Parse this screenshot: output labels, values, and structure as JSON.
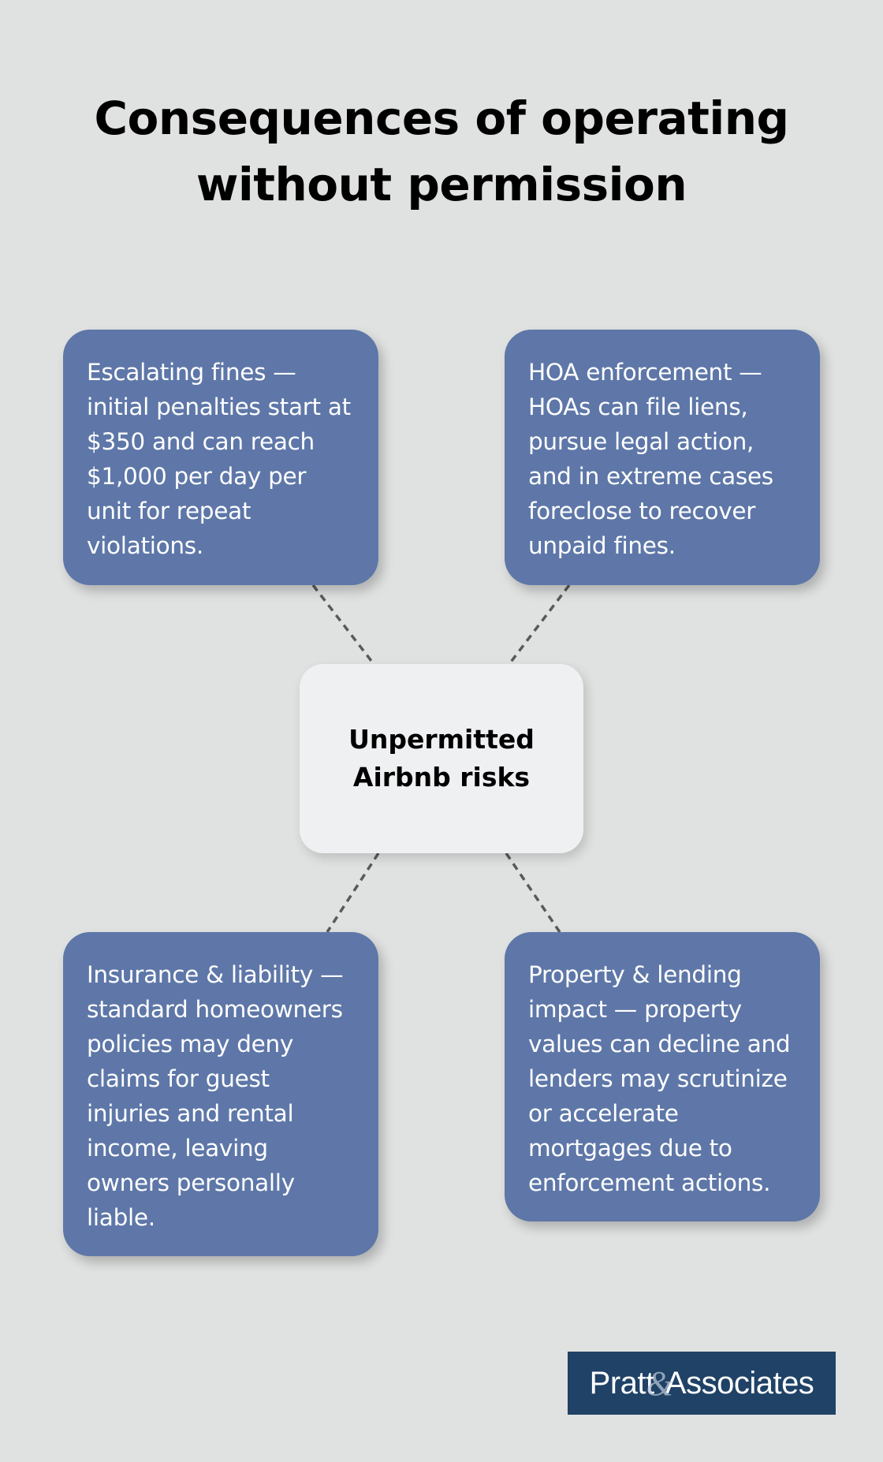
{
  "title": {
    "line1": "Consequences of operating",
    "line2": "without permission"
  },
  "center_node": {
    "line1": "Unpermitted",
    "line2": "Airbnb risks"
  },
  "cards": [
    {
      "text": "Escalating fines — initial penalties start at $350 and can reach $1,000 per day per unit for repeat violations."
    },
    {
      "text": "HOA enforcement — HOAs can file liens, pursue legal action, and in extreme cases foreclose to recover unpaid fines."
    },
    {
      "text": "Insurance & liability — standard homeowners policies may deny claims for guest injuries and rental income, leaving owners personally liable."
    },
    {
      "text": "Property & lending impact — property values can decline and lenders may scrutinize or accelerate mortgages due to enforcement actions."
    }
  ],
  "logo": {
    "left": "Pratt",
    "amp": "&",
    "right": "Associates"
  },
  "colors": {
    "background": "#e0e2e1",
    "card": "#5e77a8",
    "center": "#eff0f2",
    "connector": "#5a5a5a",
    "logo_bg": "#1f4266"
  }
}
